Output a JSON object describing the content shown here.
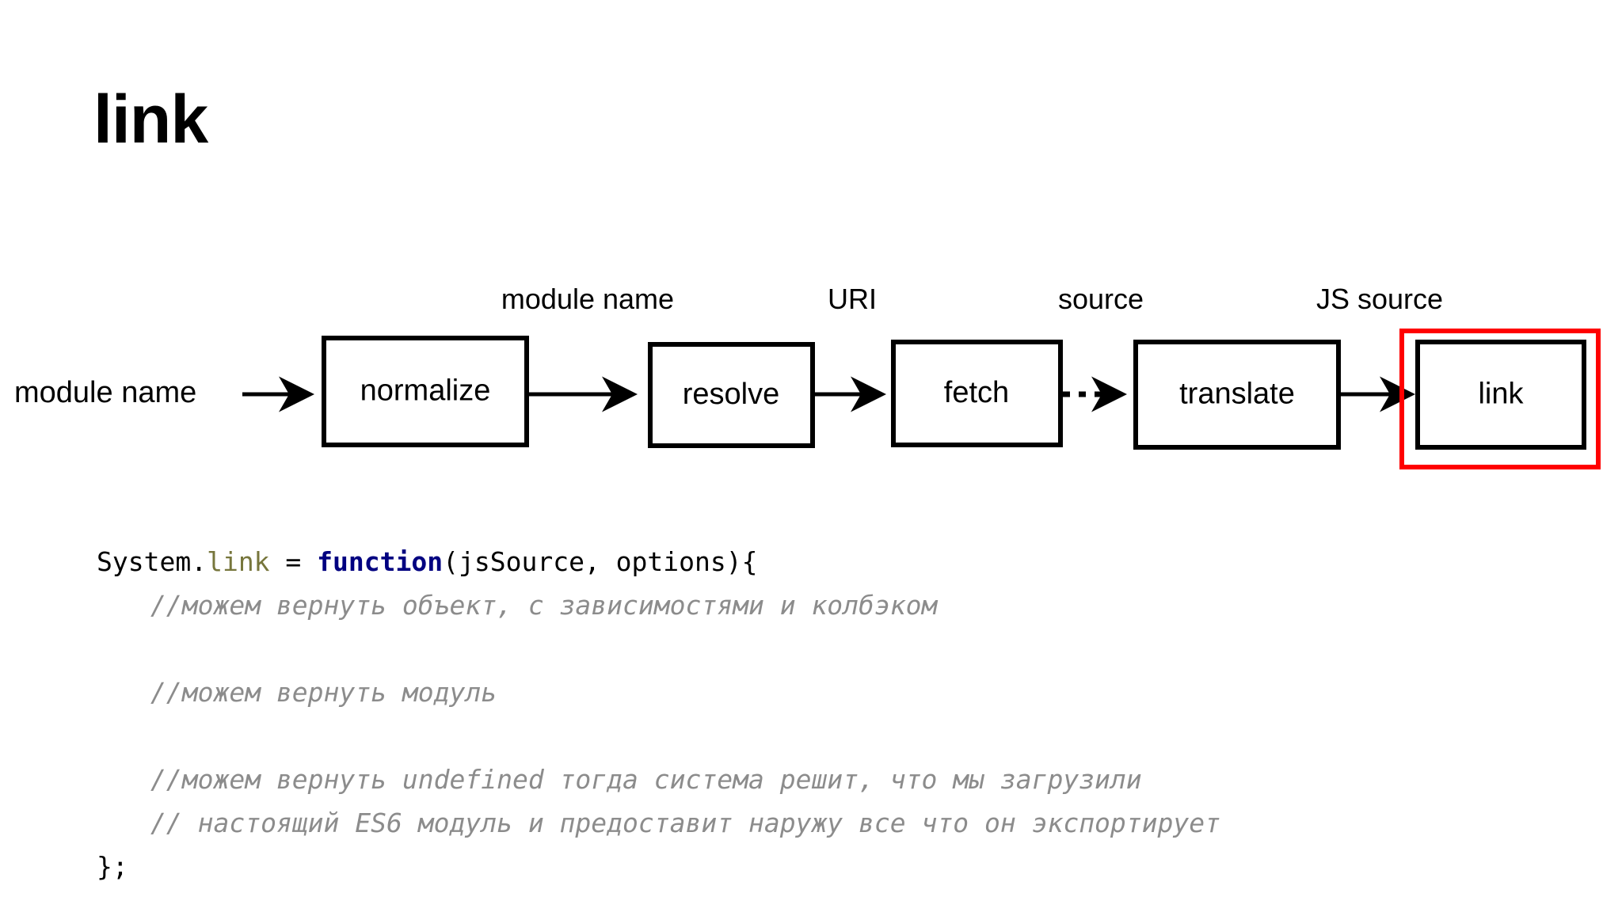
{
  "slide": {
    "title": "link",
    "background_color": "#ffffff"
  },
  "diagram": {
    "input_label": "module name",
    "highlight_color": "#ff0000",
    "highlighted_node": "link",
    "nodes": [
      {
        "id": "normalize",
        "label": "normalize"
      },
      {
        "id": "resolve",
        "label": "resolve"
      },
      {
        "id": "fetch",
        "label": "fetch"
      },
      {
        "id": "translate",
        "label": "translate"
      },
      {
        "id": "link",
        "label": "link"
      }
    ],
    "edges": [
      {
        "from": "input",
        "to": "normalize",
        "label": "",
        "style": "solid"
      },
      {
        "from": "normalize",
        "to": "resolve",
        "label": "module name",
        "style": "solid"
      },
      {
        "from": "resolve",
        "to": "fetch",
        "label": "URI",
        "style": "solid"
      },
      {
        "from": "fetch",
        "to": "translate",
        "label": "source",
        "style": "dotted"
      },
      {
        "from": "translate",
        "to": "link",
        "label": "JS source",
        "style": "solid"
      }
    ]
  },
  "code": {
    "language": "javascript",
    "colors": {
      "plain": "#000000",
      "property": "#77763c",
      "keyword": "#000080",
      "comment": "#8c8c8c"
    },
    "lines": [
      {
        "tokens": [
          {
            "text": "System.",
            "type": "plain"
          },
          {
            "text": "link",
            "type": "property"
          },
          {
            "text": " = ",
            "type": "plain"
          },
          {
            "text": "function",
            "type": "keyword"
          },
          {
            "text": "(jsSource, options){",
            "type": "plain"
          }
        ]
      },
      {
        "indent": 1,
        "tokens": [
          {
            "text": "//можем вернуть объект, с зависимостями и колбэком",
            "type": "comment"
          }
        ]
      },
      {
        "tokens": []
      },
      {
        "indent": 1,
        "tokens": [
          {
            "text": "//можем вернуть модуль",
            "type": "comment"
          }
        ]
      },
      {
        "tokens": []
      },
      {
        "indent": 1,
        "tokens": [
          {
            "text": "//можем вернуть undefined тогда система решит, что мы загрузили",
            "type": "comment"
          }
        ]
      },
      {
        "indent": 1,
        "tokens": [
          {
            "text": "// настоящий ES6 модуль и предоставит наружу все что он экспортирует",
            "type": "comment"
          }
        ]
      },
      {
        "tokens": [
          {
            "text": "};",
            "type": "plain"
          }
        ]
      }
    ]
  }
}
